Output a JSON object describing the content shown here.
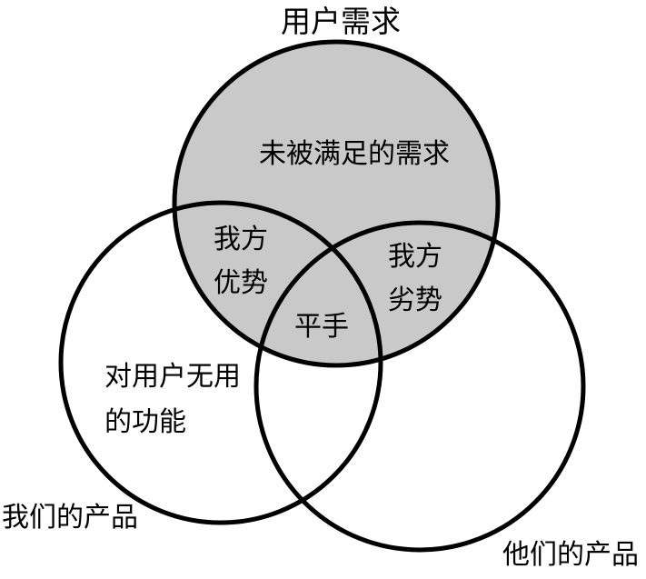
{
  "diagram": {
    "type": "venn",
    "title": "用户需求",
    "circles": {
      "user_needs": {
        "label": "用户需求",
        "filled": true
      },
      "our_product": {
        "label": "我们的产品",
        "filled": false
      },
      "their_product": {
        "label": "他们的产品",
        "filled": false
      }
    },
    "regions": {
      "unmet_needs": "未被满足的需求",
      "our_advantage": "我方\n优势",
      "our_disadvantage": "我方\n劣势",
      "tie": "平手",
      "useless_features": "对用户无用\n的功能"
    },
    "colors": {
      "top_fill": "#c9c9c9",
      "stroke": "#000000",
      "background": "#ffffff",
      "text": "#000000"
    }
  }
}
